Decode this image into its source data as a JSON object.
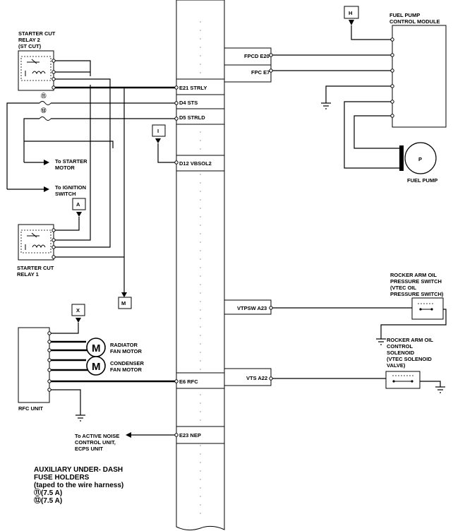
{
  "connectors": {
    "h": "H",
    "i": "I",
    "a": "A",
    "m": "M",
    "x": "X"
  },
  "components": {
    "fuel_pump_module": [
      "FUEL PUMP",
      "CONTROL MODULE"
    ],
    "fuel_pump": "FUEL PUMP",
    "fuel_pump_motor_letter": "P",
    "starter_cut_relay_2": [
      "STARTER CUT",
      "RELAY 2",
      "(ST CUT)"
    ],
    "starter_cut_relay_1": [
      "STARTER CUT",
      "RELAY 1"
    ],
    "to_starter_motor": [
      "To STARTER",
      "MOTOR"
    ],
    "to_ignition_switch": [
      "To IGNITION",
      "SWITCH"
    ],
    "radiator_fan_motor": [
      "RADIATOR",
      "FAN MOTOR"
    ],
    "condenser_fan_motor": [
      "CONDENSER",
      "FAN MOTOR"
    ],
    "motor_letter": "M",
    "rfc_unit": "RFC UNIT",
    "to_anc": [
      "To ACTIVE NOISE",
      "CONTROL UNIT,",
      "ECPS UNIT"
    ],
    "rocker_switch": [
      "ROCKER ARM OIL",
      "PRESSURE SWITCH",
      "(VTEC OIL",
      "PRESSURE SWITCH)"
    ],
    "rocker_solenoid": [
      "ROCKER ARM OIL",
      "CONTROL",
      "SOLENOID",
      "(VTEC SOLENOID",
      "VALVE)"
    ],
    "fuse11": "⑪",
    "fuse12": "⑫"
  },
  "pins": {
    "fpcd": "FPCD E20",
    "fpc": "FPC E7",
    "e21": "E21 STRLY",
    "d4": "D4 STS",
    "d5": "D5 STRLD",
    "d12": "D12 VBSOL2",
    "vtpsw": "VTPSW A23",
    "vts": "VTS A22",
    "e6": "E6 RFC",
    "e23": "E23 NEP"
  },
  "notes": {
    "line1": "AUXILIARY UNDER- DASH",
    "line2": "FUSE HOLDERS",
    "line3": "(taped to the wire harness)",
    "line4": "⑪(7.5 A)",
    "line5": "⑫(7.5 A)"
  }
}
